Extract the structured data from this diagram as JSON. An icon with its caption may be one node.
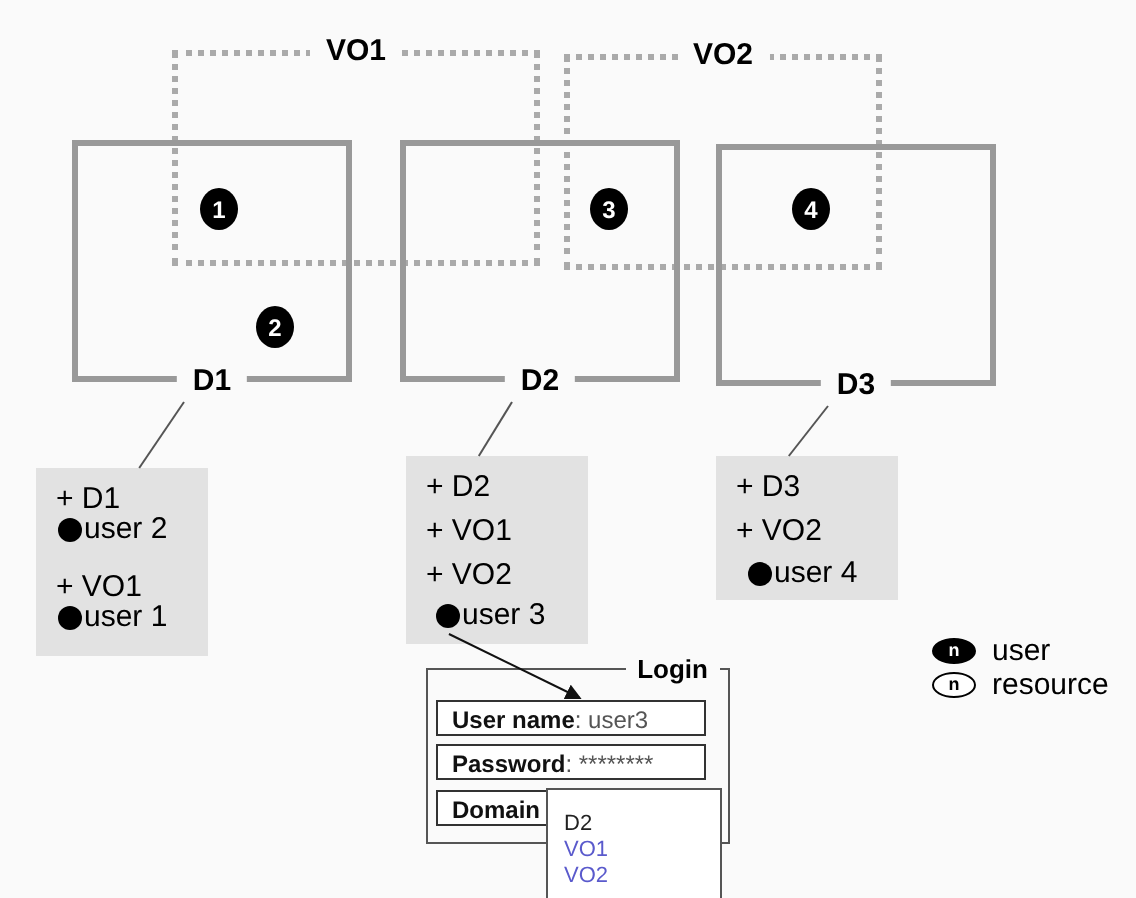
{
  "diagram": {
    "nodes": [
      {
        "text": [
          "VO1"
        ]
      },
      {
        "text": [
          "VO2"
        ]
      },
      {
        "text": [
          "D1"
        ]
      },
      {
        "text": [
          "D2"
        ]
      },
      {
        "text": [
          "D3"
        ]
      },
      {
        "text": [
          "1"
        ]
      },
      {
        "text": [
          "2"
        ],
        "in": 2
      },
      {
        "text": [
          "3"
        ]
      },
      {
        "text": [
          "4"
        ]
      },
      {
        "text": [
          "+ D1",
          "+ VO1"
        ]
      },
      {
        "text": [
          "user 2"
        ],
        "in": 9
      },
      {
        "text": [
          "user 1"
        ],
        "in": 9
      },
      {
        "text": [
          "+ D2",
          "+ VO1",
          "+ VO2"
        ]
      },
      {
        "text": [
          "user 3"
        ],
        "in": 12
      },
      {
        "text": [
          "+ D3",
          "+ VO2"
        ]
      },
      {
        "text": [
          "user 4"
        ],
        "in": 14
      },
      {
        "text": [
          "Login"
        ]
      },
      {
        "text": [
          "User name",
          ": user3"
        ],
        "in": 16
      },
      {
        "text": [
          "Password",
          ": ********"
        ],
        "in": 16
      },
      {
        "text": [
          "Domain"
        ],
        "in": 16
      },
      {
        "text": [
          "D2",
          "VO1",
          "VO2"
        ]
      }
    ],
    "edges": [
      {
        "from": 2,
        "to": 9,
        "arrow": "none"
      },
      {
        "from": 3,
        "to": 12,
        "arrow": "none"
      },
      {
        "from": 4,
        "to": 14,
        "arrow": "none"
      },
      {
        "from": 13,
        "to": 17,
        "arrow": "to"
      }
    ],
    "labels": [
      "n",
      "n"
    ],
    "legend": [
      {
        "text": "user"
      },
      {
        "text": "resource"
      }
    ]
  }
}
